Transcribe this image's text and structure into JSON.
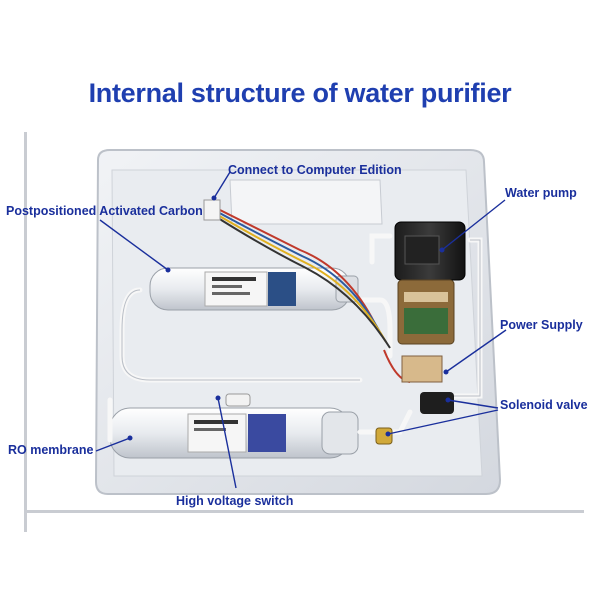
{
  "title": "Internal structure of water purifier",
  "labels": {
    "computer_edition": "Connect to Computer Edition",
    "activated_carbon": "Postpositioned Activated Carbon",
    "water_pump": "Water pump",
    "power_supply": "Power Supply",
    "solenoid_valve": "Solenoid valve",
    "ro_membrane": "RO membrane",
    "high_voltage_switch": "High voltage switch"
  },
  "colors": {
    "title": "#1f3fb0",
    "label": "#1a2f9c",
    "pointer": "#1a2f9c",
    "housing": "#e4e7ec"
  }
}
